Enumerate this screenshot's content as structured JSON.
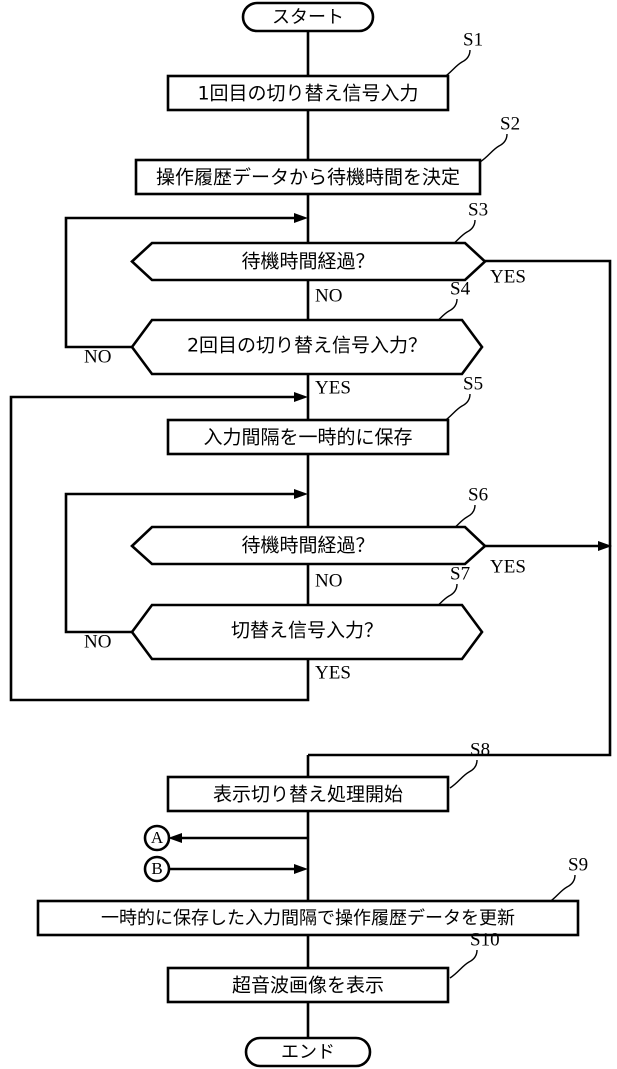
{
  "diagram": {
    "title": "",
    "type": "flowchart",
    "language": "ja",
    "colors": {
      "stroke": "#000000",
      "fill": "#ffffff",
      "background": "#ffffff"
    }
  },
  "terminals": {
    "start": "スタート",
    "end": "エンド"
  },
  "steps": [
    {
      "id": "S1",
      "label": "S1",
      "text": "1回目の切り替え信号入力",
      "shape": "process"
    },
    {
      "id": "S2",
      "label": "S2",
      "text": "操作履歴データから待機時間を決定",
      "shape": "process"
    },
    {
      "id": "S3",
      "label": "S3",
      "text": "待機時間経過？",
      "shape": "decision"
    },
    {
      "id": "S4",
      "label": "S4",
      "text": "2回目の切り替え信号入力？",
      "shape": "decision"
    },
    {
      "id": "S5",
      "label": "S5",
      "text": "入力間隔を一時的に保存",
      "shape": "process"
    },
    {
      "id": "S6",
      "label": "S6",
      "text": "待機時間経過？",
      "shape": "decision"
    },
    {
      "id": "S7",
      "label": "S7",
      "text": "切替え信号入力？",
      "shape": "decision"
    },
    {
      "id": "S8",
      "label": "S8",
      "text": "表示切り替え処理開始",
      "shape": "process"
    },
    {
      "id": "S9",
      "label": "S9",
      "text": "一時的に保存した入力間隔で操作履歴データを更新",
      "shape": "process"
    },
    {
      "id": "S10",
      "label": "S10",
      "text": "超音波画像を表示",
      "shape": "process"
    }
  ],
  "branch_labels": {
    "s3_yes": "YES",
    "s3_no": "NO",
    "s4_no": "NO",
    "s4_yes": "YES",
    "s6_yes": "YES",
    "s6_no": "NO",
    "s7_no": "NO",
    "s7_yes": "YES"
  },
  "connectors": {
    "a": "A",
    "b": "B"
  }
}
